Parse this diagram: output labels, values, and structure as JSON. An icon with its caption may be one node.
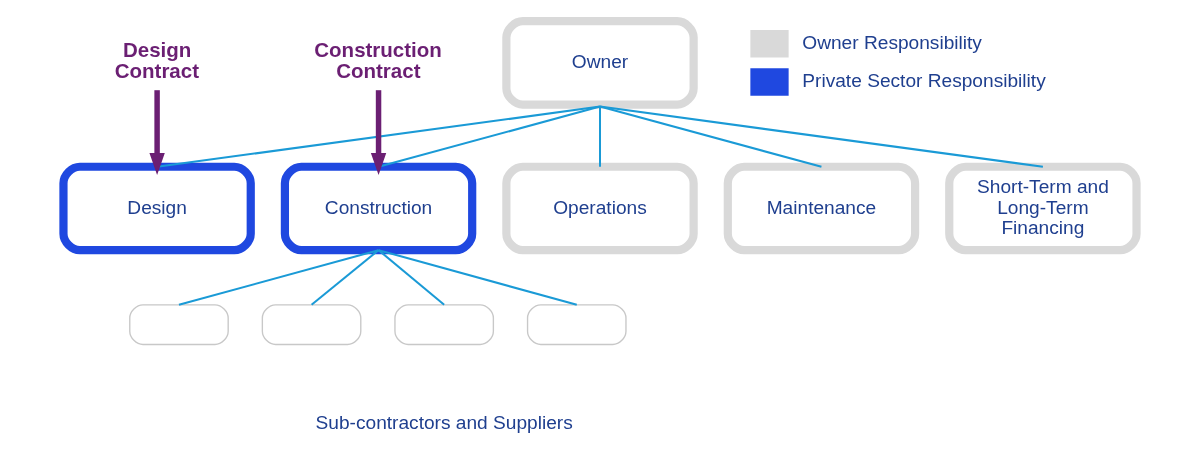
{
  "diagram": {
    "nodes": [
      {
        "text": [
          "Owner"
        ]
      },
      {
        "text": [
          "Design Contract"
        ]
      },
      {
        "text": [
          "Construction Contract"
        ]
      },
      {
        "text": [
          "Design"
        ]
      },
      {
        "text": [
          "Construction"
        ]
      },
      {
        "text": [
          "Operations"
        ]
      },
      {
        "text": [
          "Maintenance"
        ]
      },
      {
        "text": [
          "Short-Term and Long-Term Financing"
        ]
      },
      {
        "text": [],
        "shape": "box"
      },
      {
        "text": [],
        "shape": "box"
      },
      {
        "text": [],
        "shape": "box"
      },
      {
        "text": [],
        "shape": "box"
      }
    ],
    "edges": [
      {
        "from": 0,
        "to": 3,
        "arrow": "none"
      },
      {
        "from": 0,
        "to": 4,
        "arrow": "none"
      },
      {
        "from": 0,
        "to": 5,
        "arrow": "none"
      },
      {
        "from": 0,
        "to": 6,
        "arrow": "none"
      },
      {
        "from": 0,
        "to": 7,
        "arrow": "none"
      },
      {
        "from": 1,
        "to": 3,
        "arrow": "to",
        "style": "thick",
        "color": "#6b1f73"
      },
      {
        "from": 2,
        "to": 4,
        "arrow": "to",
        "style": "thick",
        "color": "#6b1f73"
      },
      {
        "from": 4,
        "to": 8,
        "arrow": "none"
      },
      {
        "from": 4,
        "to": 9,
        "arrow": "none"
      },
      {
        "from": 4,
        "to": 10,
        "arrow": "none"
      },
      {
        "from": 4,
        "to": 11,
        "arrow": "none"
      }
    ],
    "labels": [
      "Sub-contractors and Suppliers"
    ],
    "legend": [
      {
        "text": "Owner Responsibility",
        "color": "#d9d9d9"
      },
      {
        "text": "Private Sector Responsibility",
        "color": "#1f48e0"
      }
    ]
  }
}
